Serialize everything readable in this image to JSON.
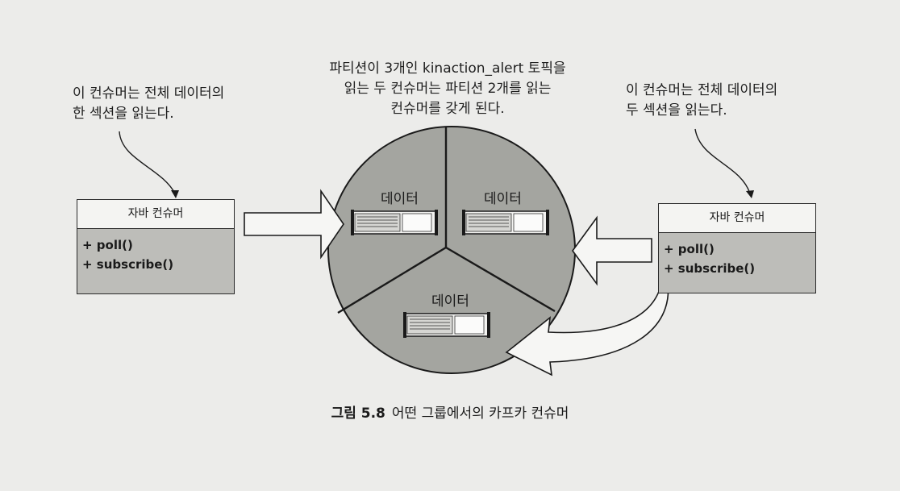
{
  "annotations": {
    "left": [
      "이 컨슈머는 전체 데이터의",
      "한 섹션을 읽는다."
    ],
    "top": [
      "파티션이 3개인 kinaction_alert 토픽을",
      "읽는 두 컨슈머는 파티션 2개를 읽는",
      "컨슈머를 갖게 된다."
    ],
    "right": [
      "이 컨슈머는 전체 데이터의",
      "두 섹션을 읽는다."
    ]
  },
  "consumers": [
    {
      "title": "자바 컨슈머",
      "methods": [
        "+ poll()",
        "+ subscribe()"
      ]
    },
    {
      "title": "자바 컨슈머",
      "methods": [
        "+ poll()",
        "+ subscribe()"
      ]
    }
  ],
  "partitions": [
    {
      "label": "데이터"
    },
    {
      "label": "데이터"
    },
    {
      "label": "데이터"
    }
  ],
  "caption": {
    "number": "그림 5.8",
    "text": "어떤 그룹에서의 카프카 컨슈머"
  },
  "colors": {
    "circle_fill": "#a4a5a0",
    "box_fill": "#bdbdb9",
    "paper": "#ececea",
    "ink": "#1a1a1a"
  }
}
